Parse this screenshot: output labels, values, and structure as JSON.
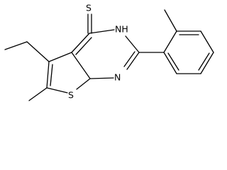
{
  "molecule": {
    "atom_labels": {
      "thione_sulfur": "S",
      "ring_nh": "NH",
      "ring_n": "N",
      "thiophene_sulfur": "S"
    },
    "colors": {
      "bond": "#000000",
      "label": "#000000",
      "background": "#ffffff"
    }
  }
}
